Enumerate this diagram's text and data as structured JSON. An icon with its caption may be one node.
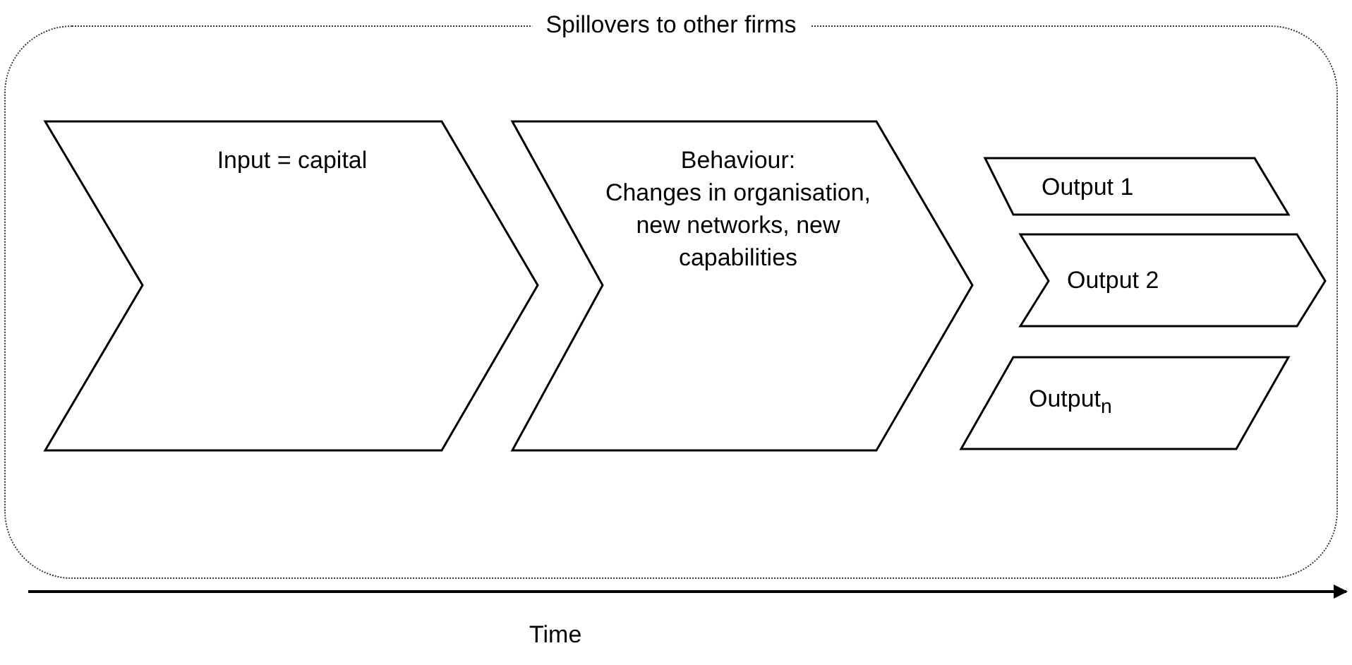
{
  "diagram": {
    "nodes": [
      {
        "text": [
          "Spillovers to other firms"
        ]
      },
      {
        "text": [
          "Input = capital"
        ],
        "in": 0
      },
      {
        "text": [
          "Behaviour:",
          "Changes in organisation, new networks, new capabilities"
        ],
        "in": 0
      },
      {
        "text": [
          "Output 1"
        ],
        "in": 0
      },
      {
        "text": [
          "Output 2"
        ],
        "in": 0
      },
      {
        "text": [
          "Output$_{n}$"
        ],
        "in": 0
      }
    ],
    "labels": [
      "Time"
    ]
  }
}
